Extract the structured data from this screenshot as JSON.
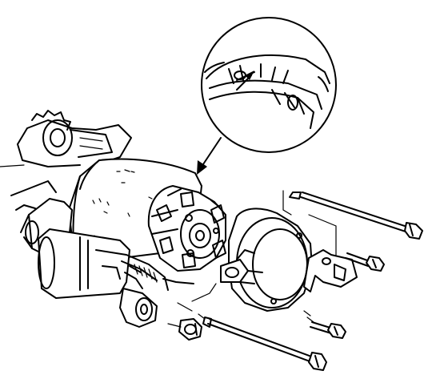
{
  "figure": {
    "type": "exploded-view line drawing",
    "components": [
      "magnifier-inset",
      "pointer-arrow",
      "engine-block",
      "starter-motor-body",
      "solenoid",
      "brush-holder-plate",
      "end-cover",
      "through-bolt",
      "mounting-bolt",
      "small-bolt",
      "nut",
      "bracket"
    ],
    "colors": {
      "line": "#000000",
      "background": "#ffffff"
    }
  }
}
